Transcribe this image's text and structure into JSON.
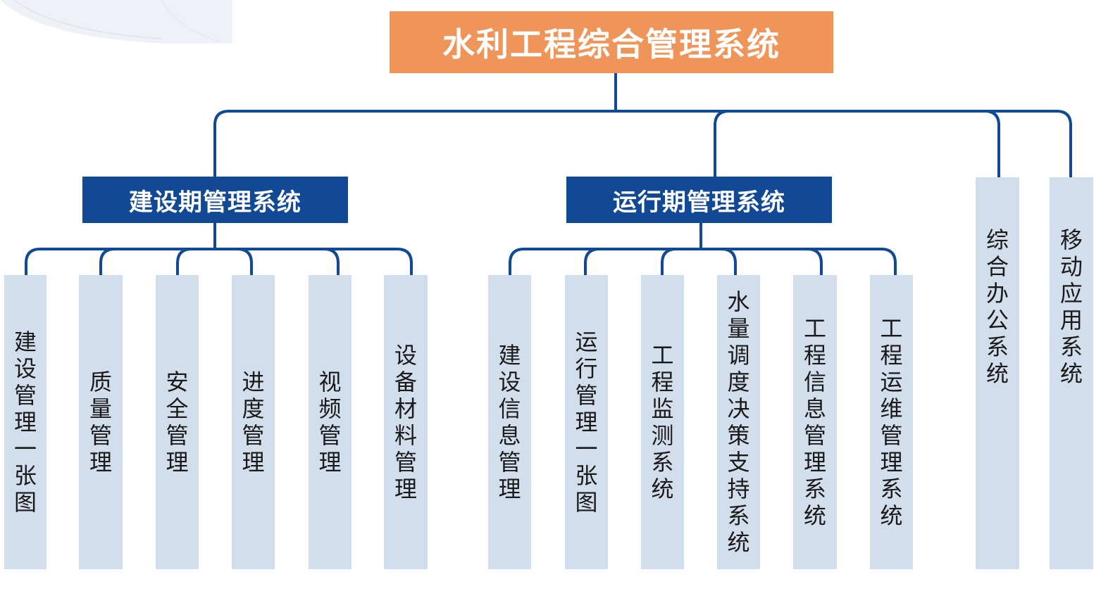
{
  "root": {
    "label": "水利工程综合管理系统"
  },
  "groups": [
    {
      "label": "建设期管理系统"
    },
    {
      "label": "运行期管理系统"
    }
  ],
  "leaves": [
    {
      "label": "建设管理一张图"
    },
    {
      "label": "质量管理"
    },
    {
      "label": "安全管理"
    },
    {
      "label": "进度管理"
    },
    {
      "label": "视频管理"
    },
    {
      "label": "设备材料管理"
    },
    {
      "label": "建设信息管理"
    },
    {
      "label": "运行管理一张图"
    },
    {
      "label": "工程监测系统"
    },
    {
      "label": "水量调度决策支持系统"
    },
    {
      "label": "工程信息管理系统"
    },
    {
      "label": "工程运维管理系统"
    },
    {
      "label": "综合办公系统"
    },
    {
      "label": "移动应用系统"
    }
  ],
  "colors": {
    "root_fill": "#f0955a",
    "group_fill": "#124995",
    "leaf_fill": "#d3deec",
    "connector": "#124995"
  }
}
